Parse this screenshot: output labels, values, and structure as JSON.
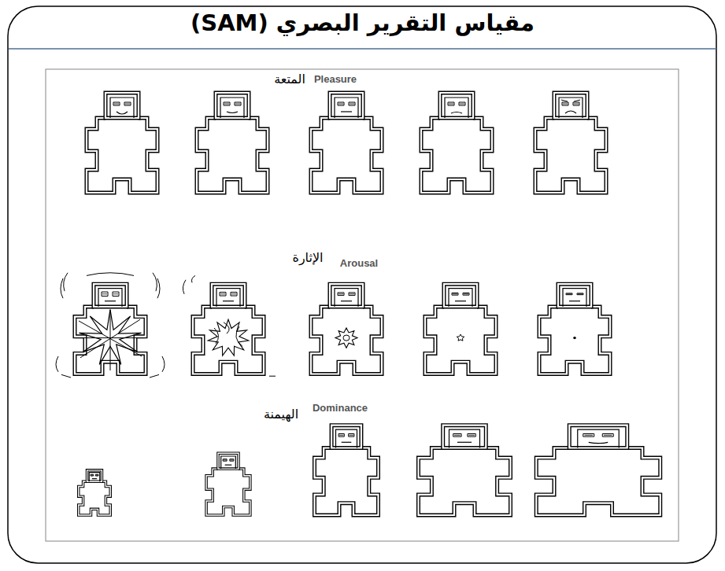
{
  "diagram": {
    "title": "مقياس التقرير البصري (SAM)",
    "labels": [
      "المتعة",
      "Pleasure",
      "الإثارة",
      "Arousal",
      "الهيمنة",
      "Dominance"
    ]
  }
}
